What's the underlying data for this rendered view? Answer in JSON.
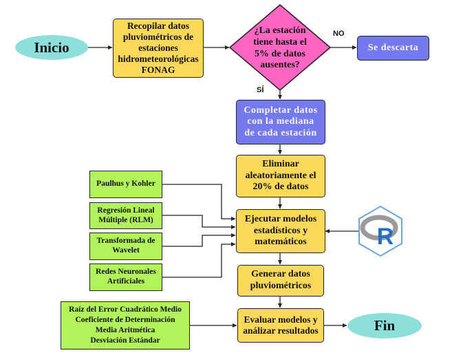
{
  "diagram": {
    "type": "flowchart",
    "nodes": {
      "start": "Inicio",
      "collect": "Recopilar datos pluviométricos de estaciones hidrometeorológicas FONAG",
      "decision": "¿La estación tiene hasta el 5% de datos ausentes?",
      "discard": "Se descarta",
      "complete": "Completar datos con la mediana de cada estación",
      "remove": "Eliminar aleatoriamente el 20% de datos",
      "execute": "Ejecutar modelos estadísticos y matemáticos",
      "generate": "Generar datos pluviométricos",
      "evaluate": "Evaluar modelos y análizar resultados",
      "end": "Fin"
    },
    "branch_labels": {
      "no": "NO",
      "yes": "SÍ"
    },
    "models": [
      "Paulhus y Kohler",
      "Regresión Lineal Múltiple (RLM)",
      "Transformada de Wavelet",
      "Redes Neuronales Artificiales"
    ],
    "metrics": [
      "Raíz del Error Cuadrático Medio",
      "Coeficiente de Determinación",
      "Media Aritmética",
      "Desviación Estándar"
    ],
    "tool_logo": "R-logo",
    "colors": {
      "terminal": "#8ddfdc",
      "process": "#fcd95a",
      "decision": "#ff66c4",
      "highlight_process": "#7479ee",
      "input": "#b2f25a",
      "r_blue": "#276dc3",
      "r_gray": "#9a9a9d",
      "hex_outline": "#6aa7e0"
    }
  }
}
